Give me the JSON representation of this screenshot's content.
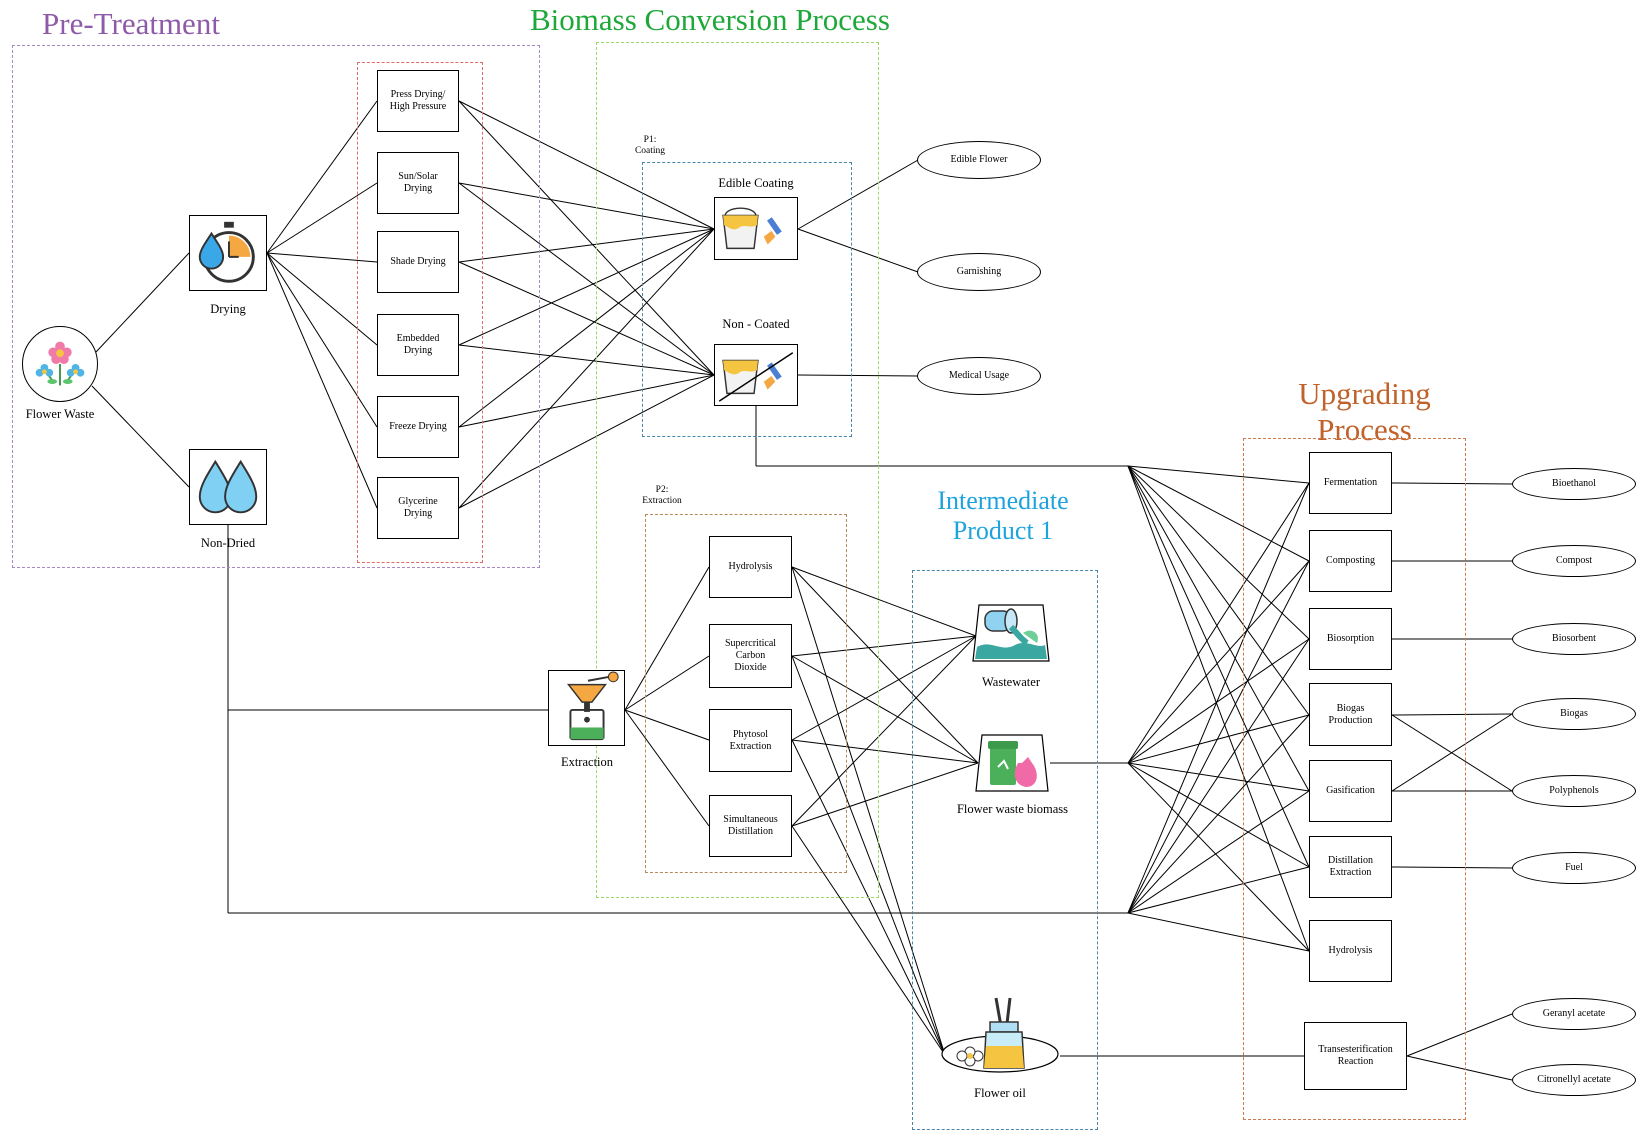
{
  "sections": {
    "pretreatment": {
      "title": "Pre-Treatment",
      "color": "#8e5ba8"
    },
    "biomass_conversion": {
      "title": "Biomass Conversion Process",
      "color": "#1fa83a"
    },
    "intermediate": {
      "title": "Intermediate\nProduct 1",
      "color": "#1ea3dd"
    },
    "upgrading": {
      "title": "Upgrading\nProcess",
      "color": "#c0622a"
    }
  },
  "groups": {
    "p1": "P1:\nCoating",
    "p2": "P2:\nExtraction"
  },
  "sources": {
    "flower_waste": "Flower Waste",
    "drying": "Drying",
    "non_dried": "Non-Dried",
    "extraction": "Extraction"
  },
  "drying_methods": [
    "Press Drying/\nHigh Pressure",
    "Sun/Solar\nDrying",
    "Shade Drying",
    "Embedded\nDrying",
    "Freeze Drying",
    "Glycerine\nDrying"
  ],
  "coating": {
    "edible_coating": "Edible Coating",
    "non_coated": "Non - Coated"
  },
  "coating_products": [
    "Edible Flower",
    "Garnishing",
    "Medical Usage"
  ],
  "extraction_methods": [
    "Hydrolysis",
    "Supercritical\nCarbon\nDioxide",
    "Phytosol\nExtraction",
    "Simultaneous\nDistillation"
  ],
  "intermediates": {
    "wastewater": "Wastewater",
    "flower_waste_biomass": "Flower waste biomass",
    "flower_oil": "Flower oil"
  },
  "upgrading_processes": [
    "Fermentation",
    "Composting",
    "Biosorption",
    "Biogas\nProduction",
    "Gasification",
    "Distillation\nExtraction",
    "Hydrolysis",
    "Transesterification\nReaction"
  ],
  "final_products": [
    "Bioethanol",
    "Compost",
    "Biosorbent",
    "Biogas",
    "Polyphenols",
    "Fuel",
    "Geranyl acetate",
    "Citronellyl  acetate"
  ],
  "icons": [
    "flower-icon",
    "stopwatch-drop-icon",
    "water-drops-icon",
    "paint-bucket-brush-icon",
    "crossed-paint-bucket-icon",
    "extraction-apparatus-icon",
    "wastewater-pipe-icon",
    "recycle-bin-icon",
    "reed-diffuser-icon"
  ]
}
